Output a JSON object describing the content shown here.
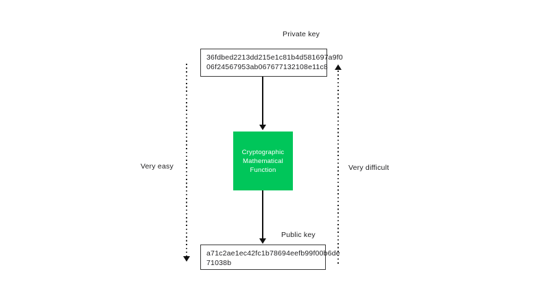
{
  "diagram": {
    "private_key": {
      "label": "Private key",
      "value_line1": "36fdbed2213dd215e1c81b4d581697a9f0",
      "value_line2": "06f24567953ab067677132108e11c8"
    },
    "function_box": {
      "line1": "Cryptographic",
      "line2": "Mathematical",
      "line3": "Function"
    },
    "public_key": {
      "label": "Public key",
      "value_line1": "a71c2ae1ec42fc1b78694eefb99f00b6de",
      "value_line2": "71038b"
    },
    "left_annotation": "Very easy",
    "right_annotation": "Very difficult",
    "colors": {
      "function_box_bg": "#00C65A",
      "text": "#1d1d1f",
      "box_border": "#3b3b3b",
      "arrow": "#111111",
      "background": "#ffffff"
    }
  }
}
